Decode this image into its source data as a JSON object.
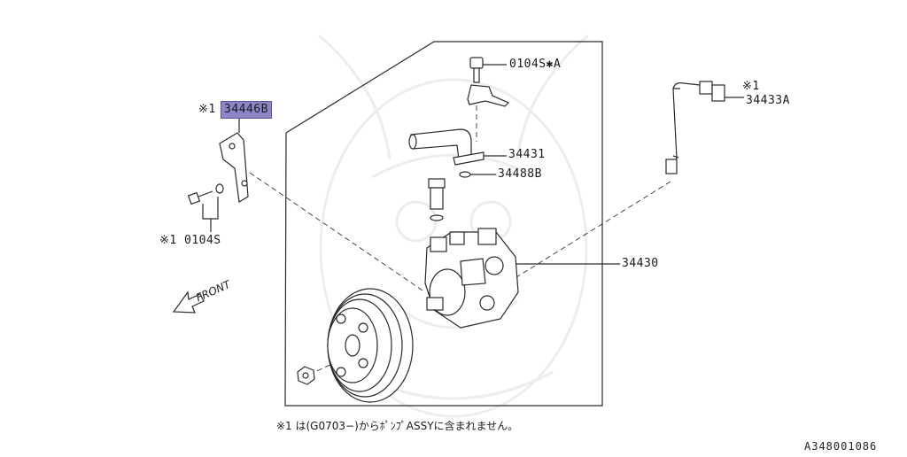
{
  "diagram": {
    "parts": {
      "bracket": {
        "number": "34446B",
        "mark": "※1"
      },
      "bolt_bracket": {
        "number": "0104S",
        "mark": "※1"
      },
      "bolt_top": {
        "number": "0104S✱A"
      },
      "pipe": {
        "number": "34431"
      },
      "o_ring": {
        "number": "34488B"
      },
      "pump_assy": {
        "number": "34430"
      },
      "hose": {
        "number": "34433A",
        "mark": "※1"
      }
    },
    "direction_label": "FRONT",
    "footnote": "※1 は(G0703−)からﾎﾟﾝﾌﾟASSYに含まれません。",
    "reference_code": "A348001086",
    "colors": {
      "highlight": "#8c86c9",
      "line": "#2a2a2a",
      "watermark": "#ececec"
    }
  }
}
